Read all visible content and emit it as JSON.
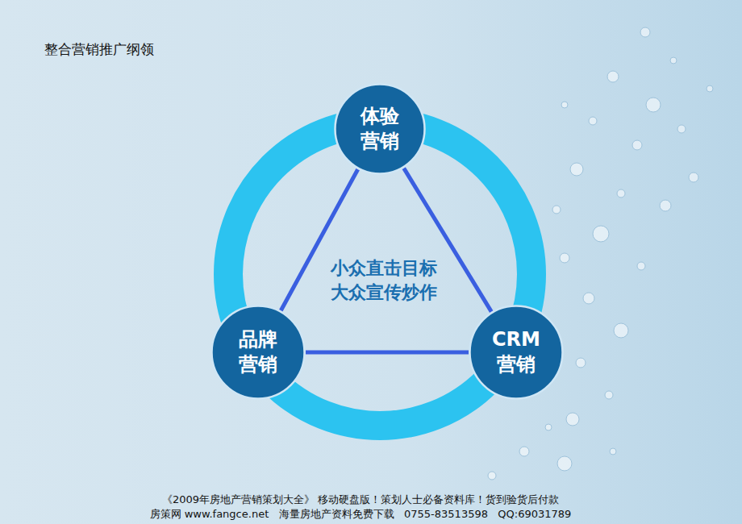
{
  "diagram": {
    "title": "整合营销推广纲领",
    "nodes": [
      {
        "text": [
          "体验 营销"
        ]
      },
      {
        "text": [
          "品牌 营销"
        ]
      },
      {
        "text": [
          "CRM 营销"
        ]
      }
    ],
    "edges": [
      {
        "from": 0,
        "to": 1,
        "arrow": "none"
      },
      {
        "from": 0,
        "to": 2,
        "arrow": "none"
      },
      {
        "from": 1,
        "to": 2,
        "arrow": "none"
      }
    ],
    "labels": [
      "小众直击目标 大众宣传炒作",
      "《2009年房地产营销策划大全》 移动硬盘版！策划人士必备资料库！货到验货后付款",
      "房策网 www.fangce.net   海量房地产资料免费下载   0755-83513598   QQ:69031789"
    ]
  }
}
